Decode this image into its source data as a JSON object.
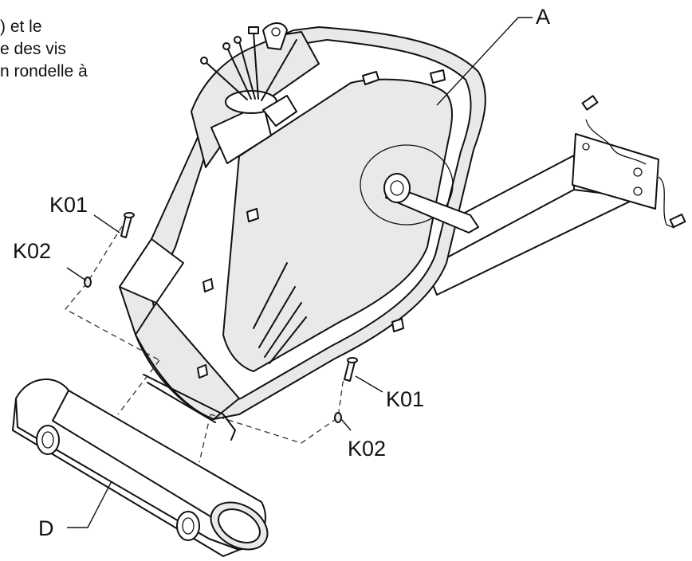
{
  "instruction_fragment": [
    ") et le",
    "e des vis",
    "n rondelle à"
  ],
  "labels": {
    "a": "A",
    "k01_top": "K01",
    "k02_top": "K02",
    "k01_bottom": "K01",
    "k02_bottom": "K02",
    "d": "D"
  }
}
